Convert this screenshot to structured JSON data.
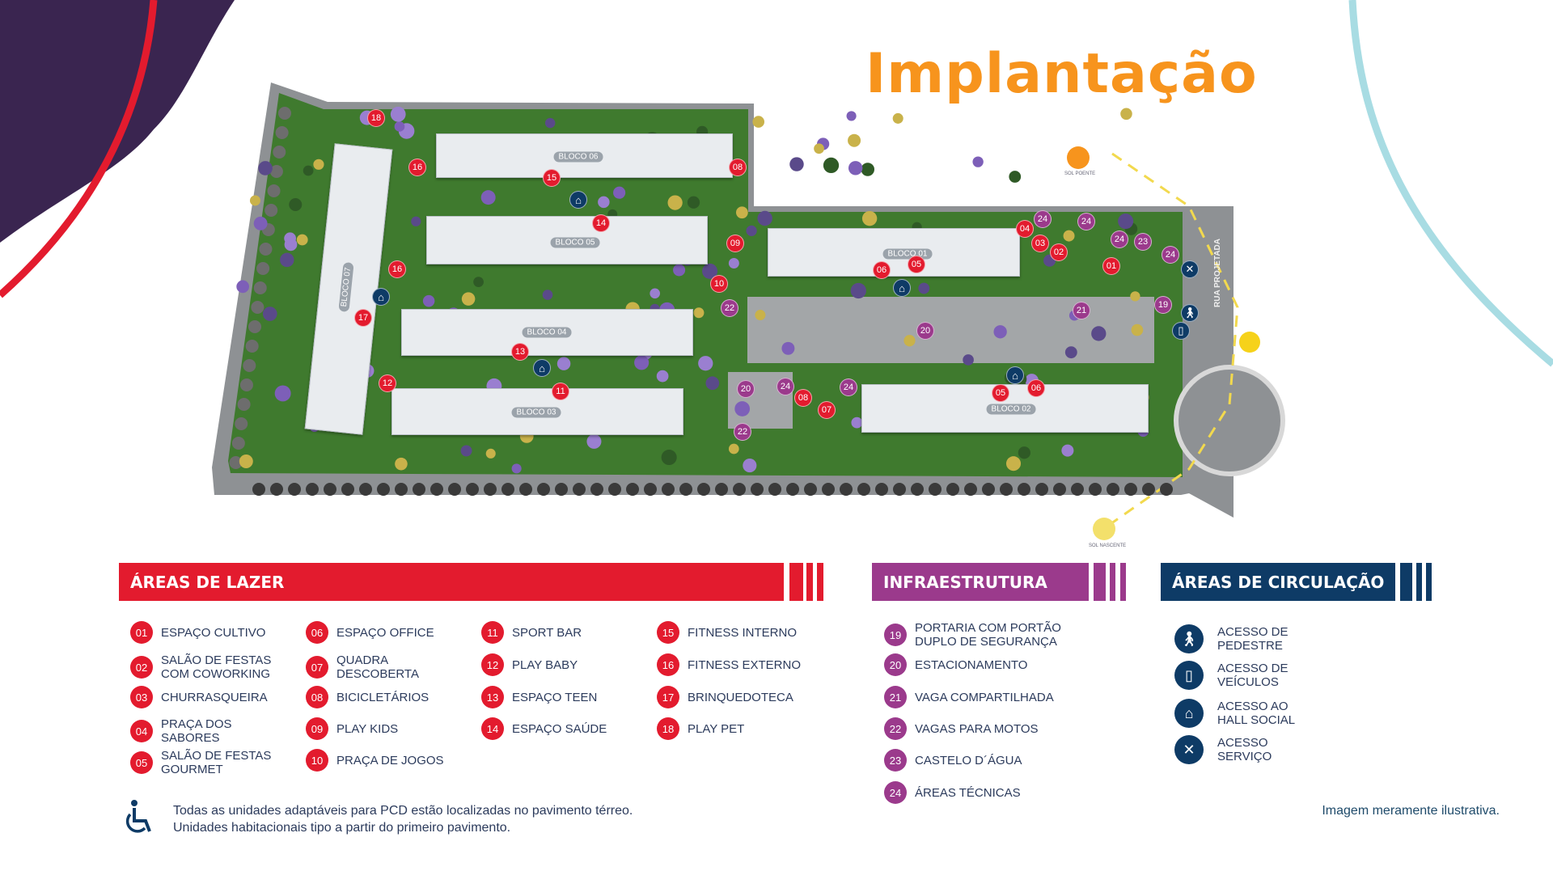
{
  "title": "Implantação",
  "map": {
    "street": "RUA PROJETADA",
    "sun_west": "SOL POENTE",
    "sun_east": "SOL NASCENTE",
    "blocks": [
      "BLOCO 01",
      "BLOCO 02",
      "BLOCO 03",
      "BLOCO 04",
      "BLOCO 05",
      "BLOCO 06",
      "BLOCO 07"
    ],
    "markers": [
      "18",
      "16",
      "15",
      "08",
      "14",
      "09",
      "10",
      "16",
      "17",
      "13",
      "12",
      "11",
      "04",
      "03",
      "02",
      "01",
      "06",
      "05",
      "08",
      "07",
      "05",
      "06",
      "24",
      "24",
      "24",
      "23",
      "24",
      "19",
      "21",
      "20",
      "22",
      "20",
      "24",
      "24",
      "22"
    ]
  },
  "lazer": {
    "title": "ÁREAS DE LAZER",
    "color": "#E31B2E",
    "items": [
      {
        "n": "01",
        "l": "ESPAÇO CULTIVO"
      },
      {
        "n": "02",
        "l": "SALÃO DE FESTAS COM COWORKING"
      },
      {
        "n": "03",
        "l": "CHURRASQUEIRA"
      },
      {
        "n": "04",
        "l": "PRAÇA DOS SABORES"
      },
      {
        "n": "05",
        "l": "SALÃO DE FESTAS GOURMET"
      },
      {
        "n": "06",
        "l": "ESPAÇO OFFICE"
      },
      {
        "n": "07",
        "l": "QUADRA DESCOBERTA"
      },
      {
        "n": "08",
        "l": "BICICLETÁRIOS"
      },
      {
        "n": "09",
        "l": "PLAY KIDS"
      },
      {
        "n": "10",
        "l": "PRAÇA DE JOGOS"
      },
      {
        "n": "11",
        "l": "SPORT BAR"
      },
      {
        "n": "12",
        "l": "PLAY BABY"
      },
      {
        "n": "13",
        "l": "ESPAÇO TEEN"
      },
      {
        "n": "14",
        "l": "ESPAÇO SAÚDE"
      },
      {
        "n": "15",
        "l": "FITNESS INTERNO"
      },
      {
        "n": "16",
        "l": "FITNESS EXTERNO"
      },
      {
        "n": "17",
        "l": "BRINQUEDOTECA"
      },
      {
        "n": "18",
        "l": "PLAY PET"
      }
    ]
  },
  "infra": {
    "title": "INFRAESTRUTURA",
    "color": "#9B3A8C",
    "items": [
      {
        "n": "19",
        "l": "PORTARIA COM PORTÃO DUPLO DE SEGURANÇA"
      },
      {
        "n": "20",
        "l": "ESTACIONAMENTO"
      },
      {
        "n": "21",
        "l": "VAGA COMPARTILHADA"
      },
      {
        "n": "22",
        "l": "VAGAS PARA MOTOS"
      },
      {
        "n": "23",
        "l": "CASTELO D´ÁGUA"
      },
      {
        "n": "24",
        "l": "ÁREAS TÉCNICAS"
      }
    ]
  },
  "circ": {
    "title": "ÁREAS DE CIRCULAÇÃO",
    "color": "#0E3B66",
    "items": [
      {
        "icon": "pedestrian-icon",
        "l": "ACESSO DE PEDESTRE"
      },
      {
        "icon": "car-icon",
        "l": "ACESSO DE VEÍCULOS"
      },
      {
        "icon": "hall-icon",
        "l": "ACESSO AO HALL SOCIAL"
      },
      {
        "icon": "tools-icon",
        "l": "ACESSO SERVIÇO"
      }
    ]
  },
  "footer": {
    "line1": "Todas as unidades adaptáveis para PCD estão localizadas no pavimento térreo.",
    "line2": "Unidades habitacionais tipo a partir do primeiro pavimento.",
    "disclaimer": "Imagem meramente ilustrativa."
  }
}
